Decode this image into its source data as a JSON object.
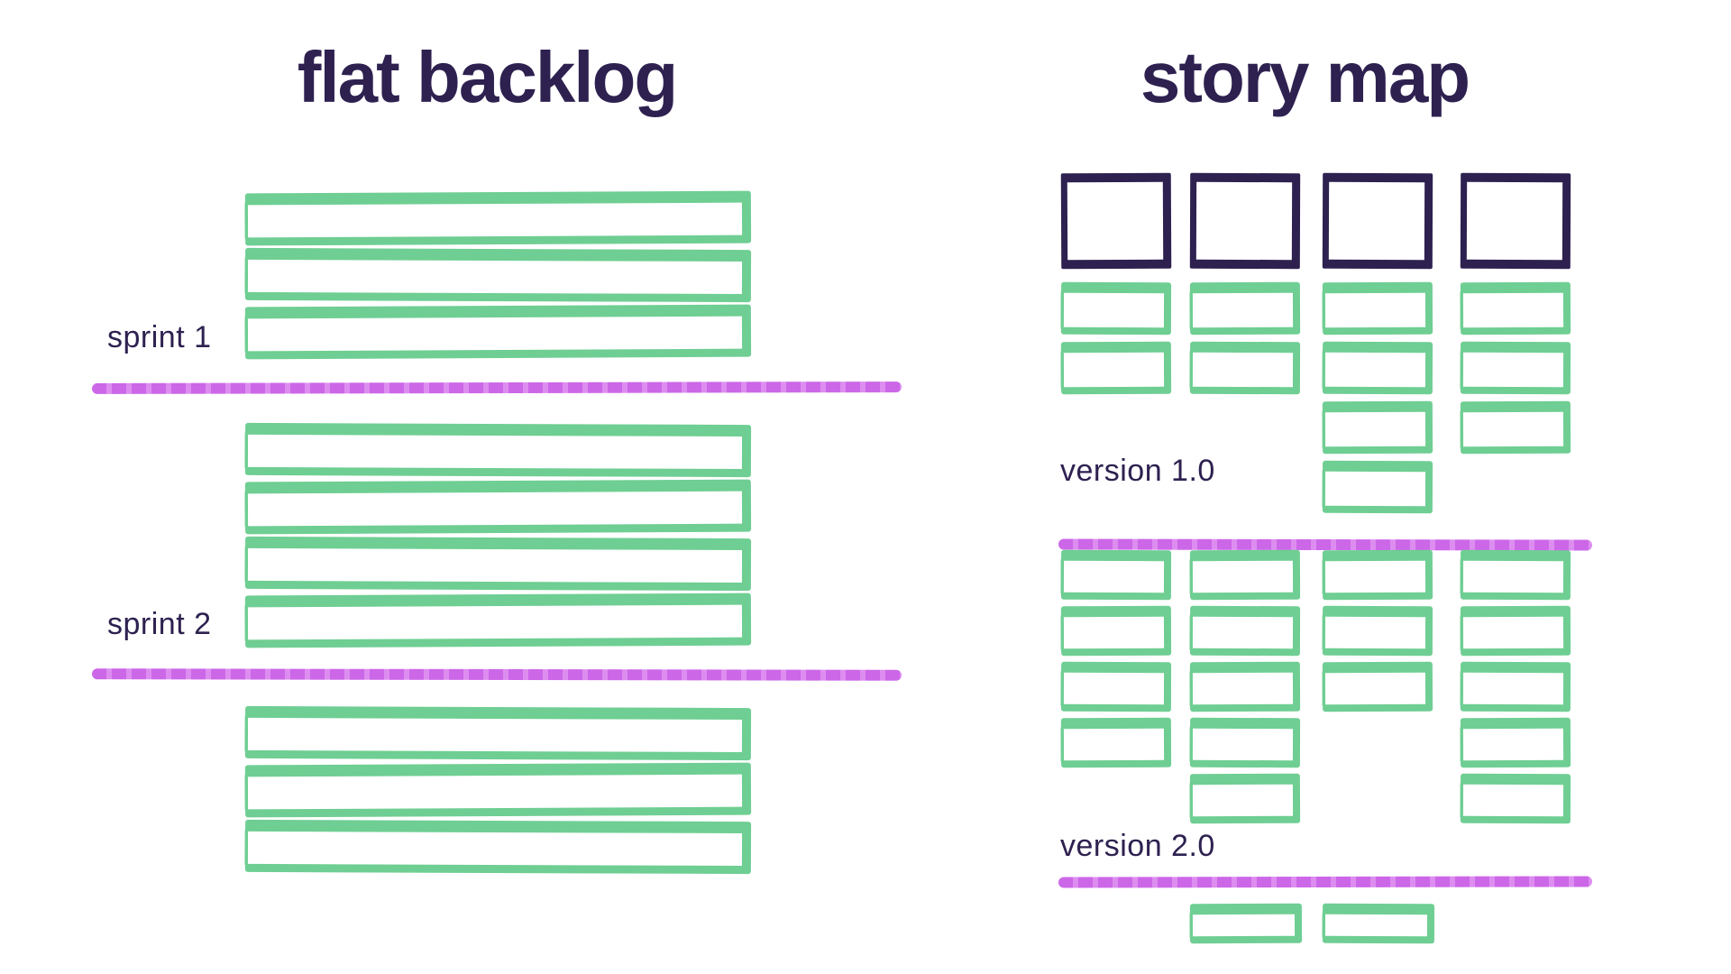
{
  "colors": {
    "ink": "#2e2150",
    "green": "#6fce93",
    "purple": "#cc67e8",
    "background": "#ffffff"
  },
  "flat_backlog": {
    "title": "flat backlog",
    "groups": [
      {
        "label": "sprint 1",
        "bars": 3
      },
      {
        "label": "sprint 2",
        "bars": 4
      },
      {
        "label": "",
        "bars": 3
      }
    ],
    "divider_count": 2
  },
  "story_map": {
    "title": "story map",
    "columns": [
      {
        "epics": 1,
        "version1_stories": 2,
        "version2_stories": 4
      },
      {
        "epics": 1,
        "version1_stories": 2,
        "version2_stories": 5
      },
      {
        "epics": 1,
        "version1_stories": 4,
        "version2_stories": 3
      },
      {
        "epics": 1,
        "version1_stories": 3,
        "version2_stories": 5
      }
    ],
    "version_labels": [
      "version 1.0",
      "version 2.0"
    ],
    "backlog_bottom_cards": 2,
    "divider_count": 2
  }
}
